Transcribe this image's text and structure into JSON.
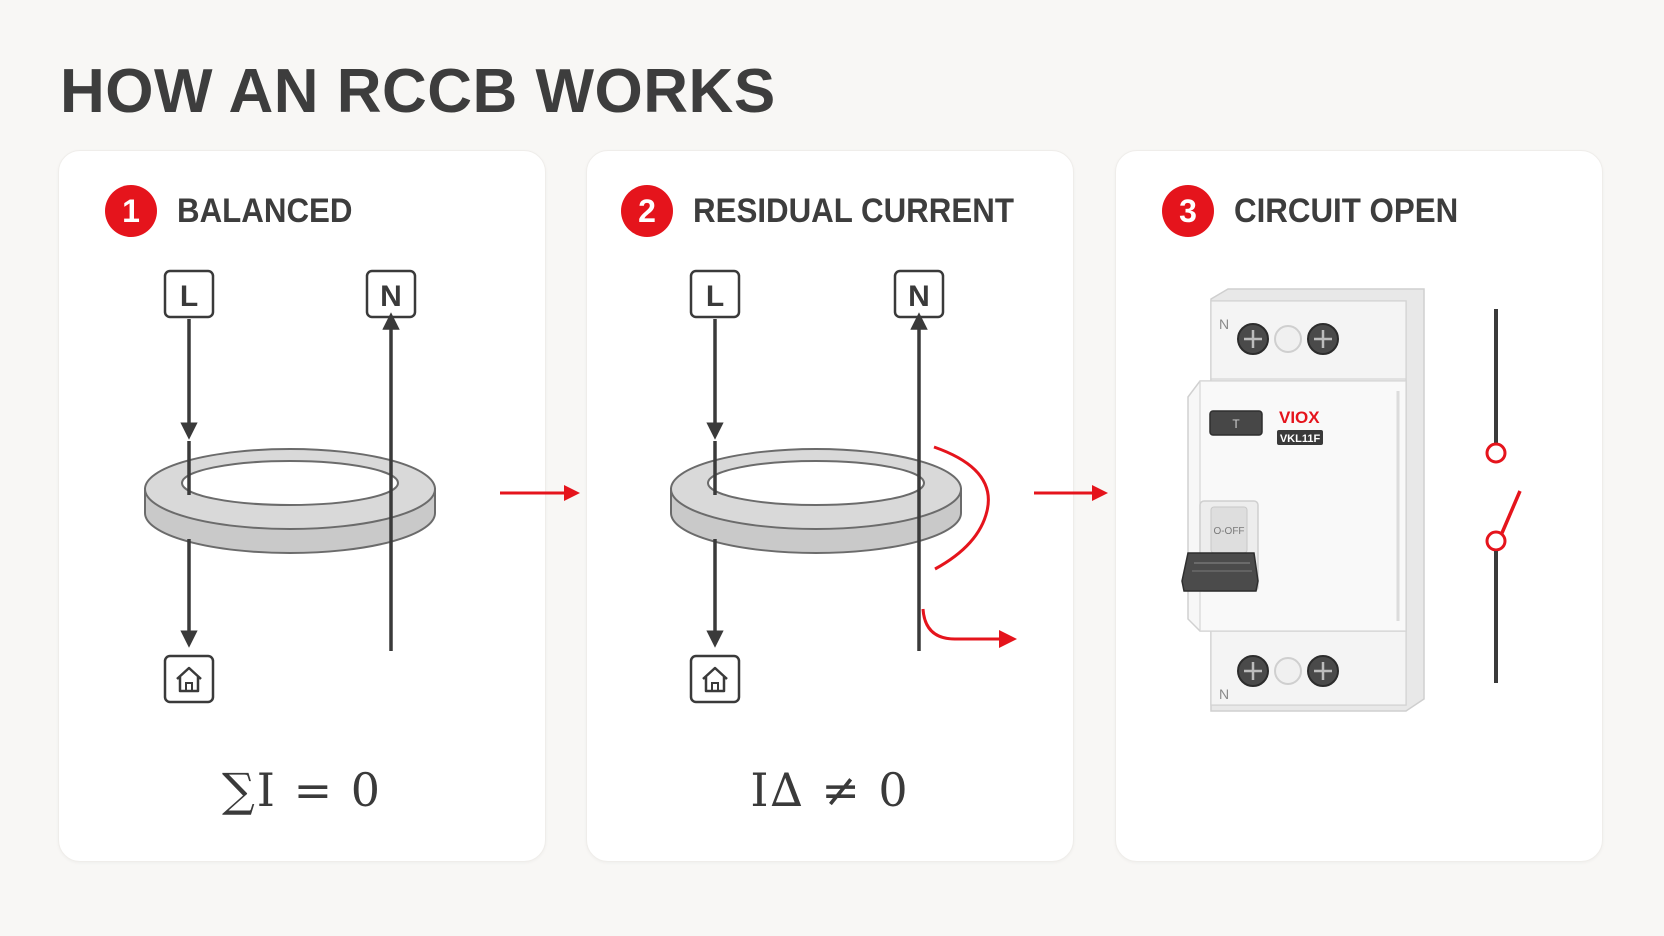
{
  "title": "HOW AN RCCB WORKS",
  "accent_color": "#e5141c",
  "steps": [
    {
      "number": "1",
      "label": "BALANCED",
      "wire_labels": {
        "line": "L",
        "neutral": "N"
      },
      "load_icon": "house-icon",
      "formula": "∑I = 0"
    },
    {
      "number": "2",
      "label": "RESIDUAL CURRENT",
      "wire_labels": {
        "line": "L",
        "neutral": "N"
      },
      "load_icon": "house-icon",
      "formula": "I∆ ≠ 0"
    },
    {
      "number": "3",
      "label": "CIRCUIT OPEN",
      "device": {
        "brand": "VIOX",
        "model": "VKL11F",
        "test_button": "T",
        "switch_label": "O-OFF",
        "terminal_mark": "N"
      }
    }
  ]
}
